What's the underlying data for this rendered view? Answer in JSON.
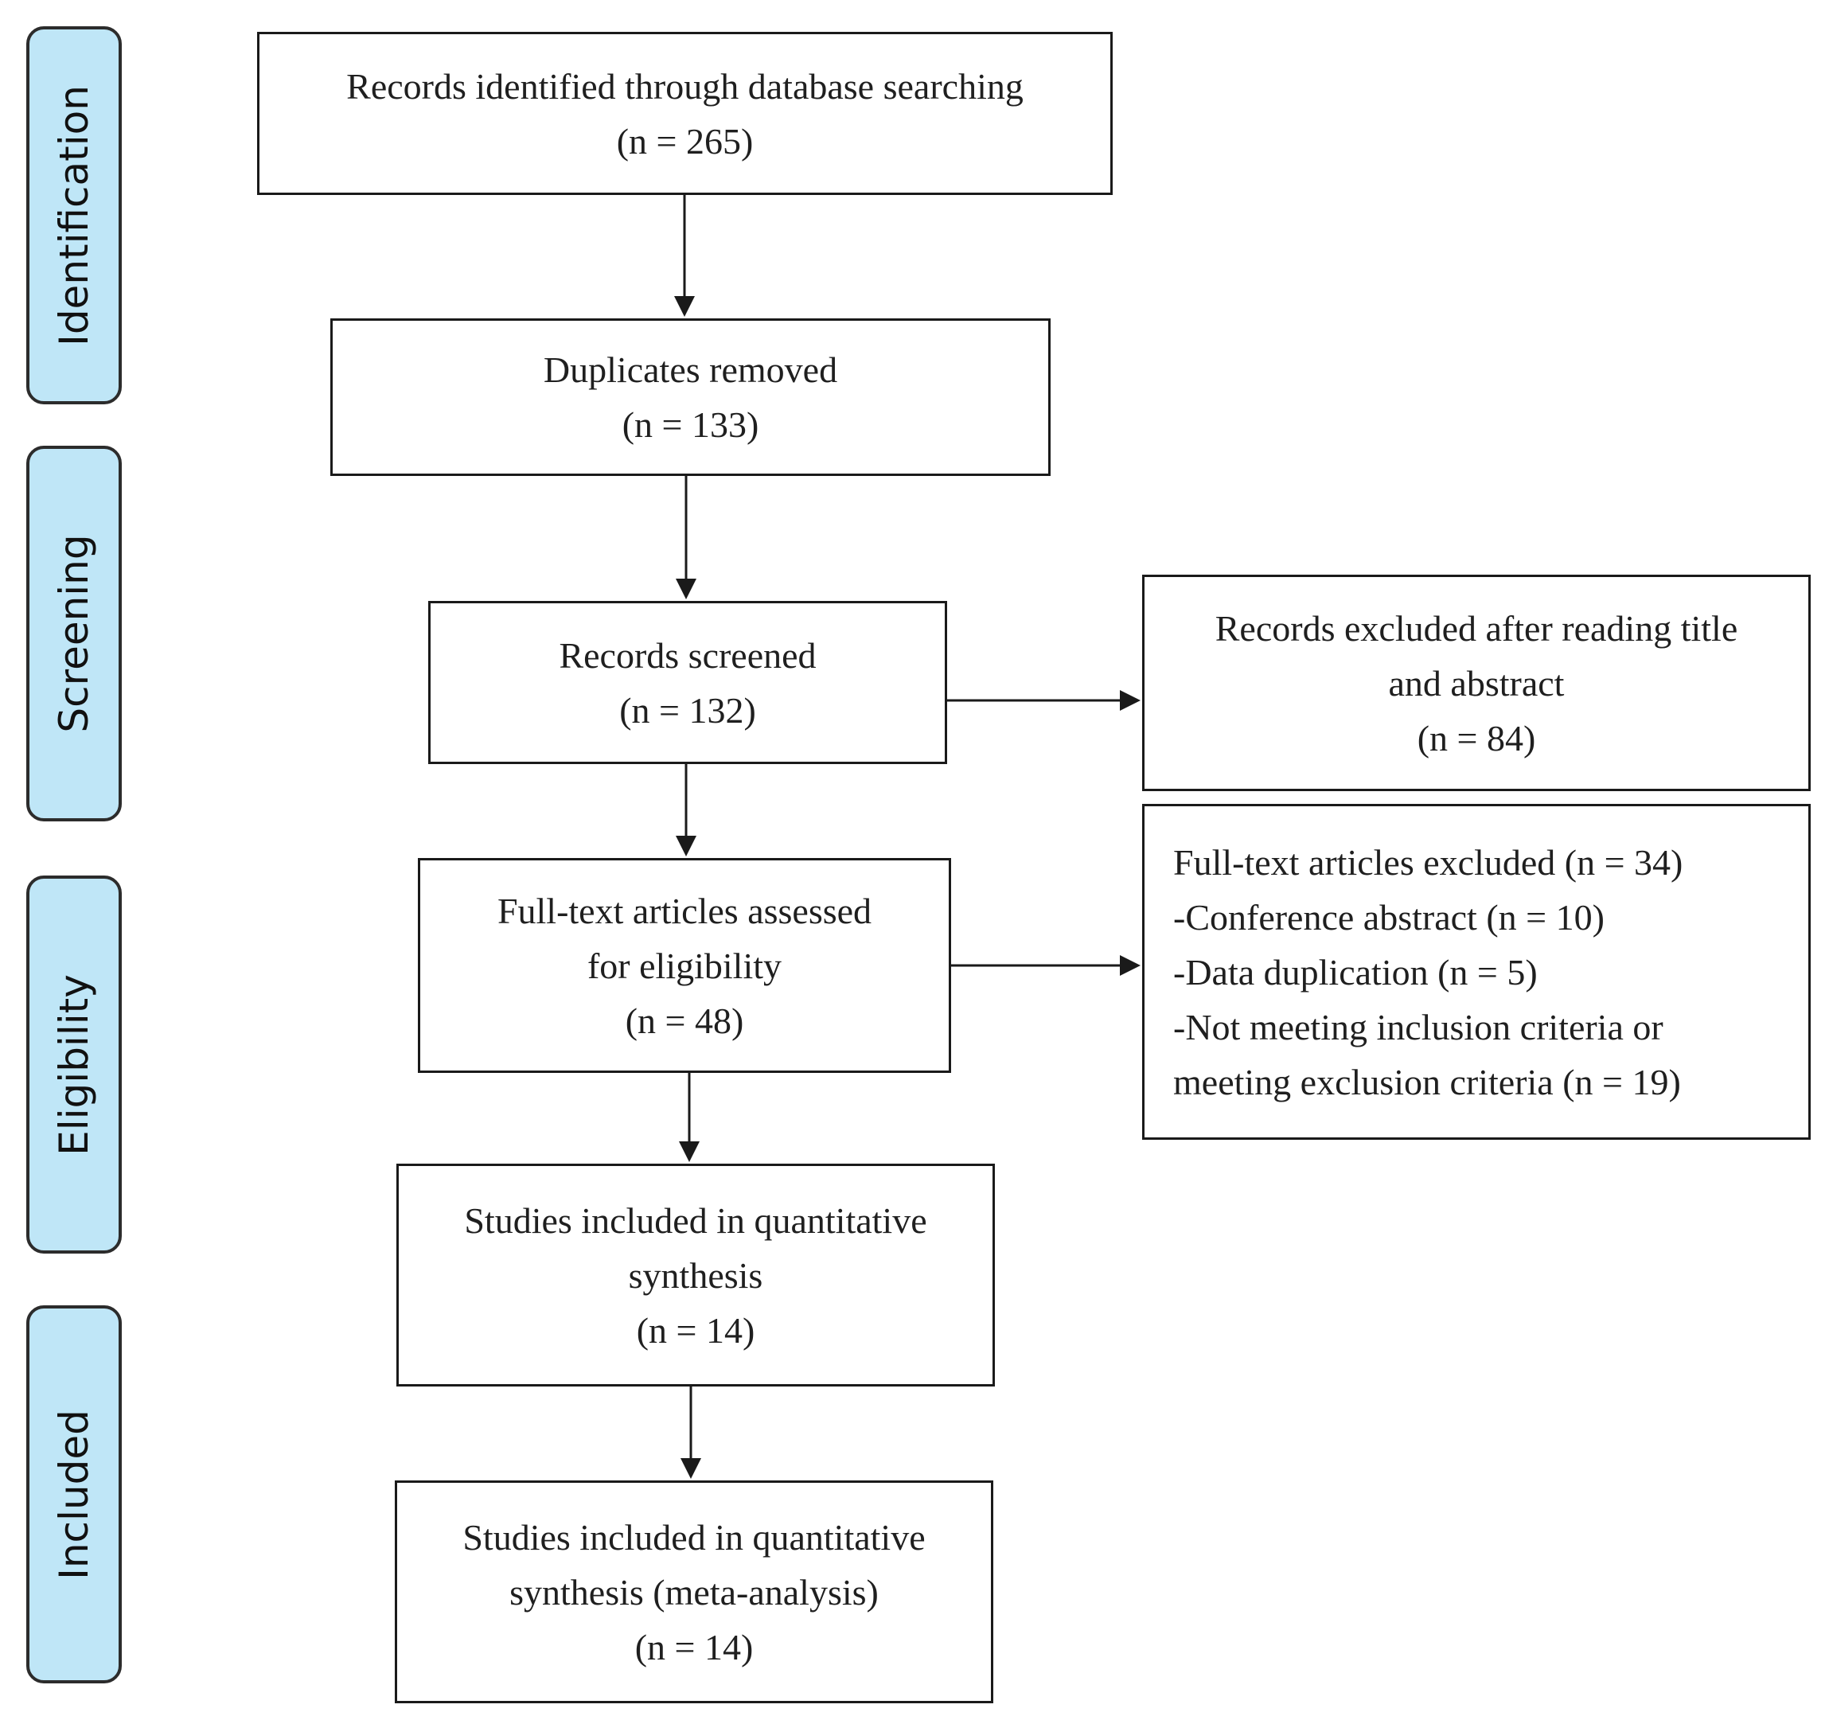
{
  "phases": {
    "identification": "Identification",
    "screening": "Screening",
    "eligibility": "Eligibility",
    "included": "Included"
  },
  "boxes": {
    "identified": {
      "line1": "Records identified through database searching",
      "line2": "(n = 265)"
    },
    "duplicates": {
      "line1": "Duplicates removed",
      "line2": "(n = 133)"
    },
    "screened": {
      "line1": "Records screened",
      "line2": "(n = 132)"
    },
    "excluded_title": {
      "line1": "Records excluded after reading title",
      "line2": "and abstract",
      "line3": "(n = 84)"
    },
    "fulltext": {
      "line1": "Full-text articles assessed",
      "line2": "for eligibility",
      "line3": "(n = 48)"
    },
    "fulltext_excluded": {
      "line1": "Full-text articles excluded (n = 34)",
      "line2": "-Conference abstract (n = 10)",
      "line3": "-Data duplication (n = 5)",
      "line4": "-Not meeting inclusion criteria or",
      "line5": "meeting exclusion criteria (n = 19)"
    },
    "qualitative": {
      "line1": "Studies included in quantitative",
      "line2": "synthesis",
      "line3": "(n = 14)"
    },
    "meta": {
      "line1": "Studies included in quantitative",
      "line2": "synthesis (meta-analysis)",
      "line3": "(n = 14)"
    }
  },
  "colors": {
    "phase_fill": "#bfe6f7",
    "border": "#1a1a1a"
  }
}
